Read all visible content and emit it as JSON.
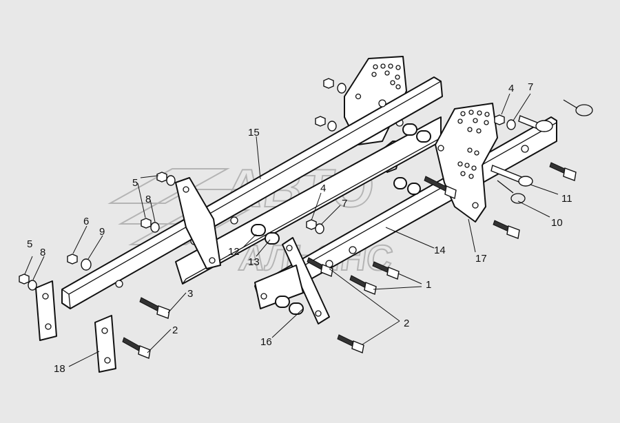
{
  "watermark": {
    "line1": "АВТО",
    "line2": "АЛЬЯНС"
  },
  "callouts": {
    "c1": "1",
    "c2a": "2",
    "c2b": "2",
    "c3": "3",
    "c4a": "4",
    "c4b": "4",
    "c5a": "5",
    "c5b": "5",
    "c6": "6",
    "c7a": "7",
    "c7b": "7",
    "c8a": "8",
    "c8b": "8",
    "c9": "9",
    "c10": "10",
    "c11": "11",
    "c12": "12",
    "c13": "13",
    "c14": "14",
    "c15": "15",
    "c16": "16",
    "c17": "17",
    "c18": "18"
  },
  "colors": {
    "background": "#e8e8e8",
    "line": "#111111",
    "watermark": "#b4b4b4"
  }
}
